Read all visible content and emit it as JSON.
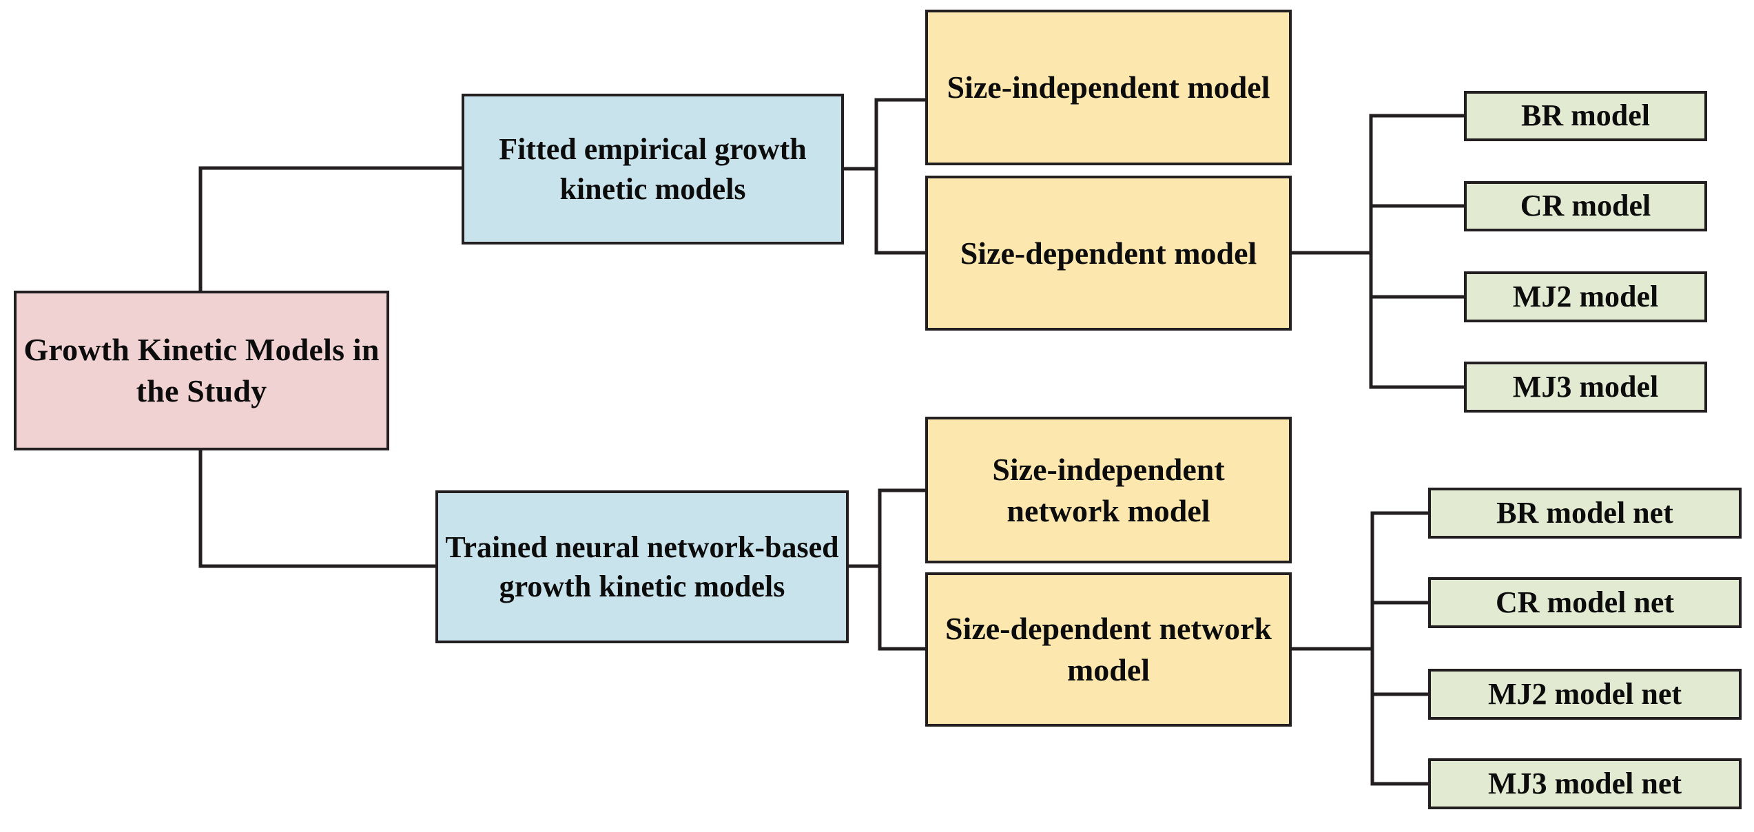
{
  "diagram": {
    "type": "tree-flowchart",
    "orientation": "left-to-right",
    "background_color": "#FFFFFF",
    "line_color": "#231F20",
    "palette": {
      "root_fill": "#F1D2D2",
      "level1_fill": "#C8E3EB",
      "level2_fill": "#FCE8AE",
      "level3_fill": "#E3EAD2",
      "border": "#231F20",
      "text": "#0C0C0C"
    },
    "root": {
      "label": "Growth Kinetic Models in the Study"
    },
    "branches": [
      {
        "id": "empirical",
        "label": "Fitted empirical growth kinetic models",
        "children": [
          {
            "id": "size-independent-model",
            "label": "Size-independent model"
          },
          {
            "id": "size-dependent-model",
            "label": "Size-dependent model",
            "children": [
              {
                "id": "br-model",
                "label": "BR model"
              },
              {
                "id": "cr-model",
                "label": "CR model"
              },
              {
                "id": "mj2-model",
                "label": "MJ2 model"
              },
              {
                "id": "mj3-model",
                "label": "MJ3 model"
              }
            ]
          }
        ]
      },
      {
        "id": "neural",
        "label": "Trained neural network-based growth kinetic models",
        "children": [
          {
            "id": "size-independent-network-model",
            "label": "Size-independent network model"
          },
          {
            "id": "size-dependent-network-model",
            "label": "Size-dependent network model",
            "children": [
              {
                "id": "br-model-net",
                "label": "BR model net"
              },
              {
                "id": "cr-model-net",
                "label": "CR model net"
              },
              {
                "id": "mj2-model-net",
                "label": "MJ2 model net"
              },
              {
                "id": "mj3-model-net",
                "label": "MJ3 model net"
              }
            ]
          }
        ]
      }
    ]
  }
}
